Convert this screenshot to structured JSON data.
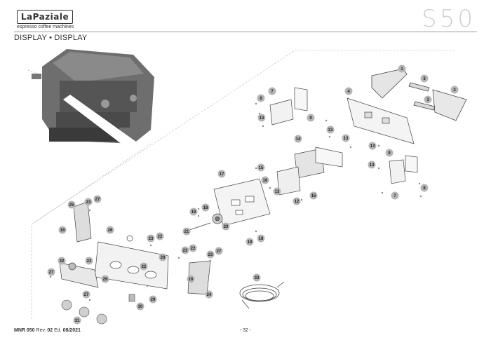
{
  "brand": {
    "logo_text": "LaPaziale",
    "tagline": "espresso coffee machines",
    "model": "S50"
  },
  "section": {
    "title": "DISPLAY • DISPLAY"
  },
  "callouts": [
    {
      "id": "c1",
      "n": "1"
    },
    {
      "id": "c2",
      "n": "2"
    },
    {
      "id": "c3a",
      "n": "3"
    },
    {
      "id": "c3b",
      "n": "3"
    },
    {
      "id": "c4",
      "n": "4"
    },
    {
      "id": "c7a",
      "n": "7"
    },
    {
      "id": "c8a",
      "n": "8"
    },
    {
      "id": "c13a",
      "n": "13"
    },
    {
      "id": "c9a",
      "n": "9"
    },
    {
      "id": "c13b",
      "n": "13"
    },
    {
      "id": "c13c",
      "n": "13"
    },
    {
      "id": "c14",
      "n": "14"
    },
    {
      "id": "c9b",
      "n": "9"
    },
    {
      "id": "c13d",
      "n": "13"
    },
    {
      "id": "c13e",
      "n": "13"
    },
    {
      "id": "c8b",
      "n": "8"
    },
    {
      "id": "c7b",
      "n": "7"
    },
    {
      "id": "c15a",
      "n": "15"
    },
    {
      "id": "c16a",
      "n": "16"
    },
    {
      "id": "c13f",
      "n": "13"
    },
    {
      "id": "c12",
      "n": "12"
    },
    {
      "id": "c15b",
      "n": "15"
    },
    {
      "id": "c17",
      "n": "17"
    },
    {
      "id": "c18a",
      "n": "18"
    },
    {
      "id": "c19a",
      "n": "19"
    },
    {
      "id": "c20",
      "n": "20"
    },
    {
      "id": "c21",
      "n": "21"
    },
    {
      "id": "c18b",
      "n": "18"
    },
    {
      "id": "c19b",
      "n": "19"
    },
    {
      "id": "c25",
      "n": "25"
    },
    {
      "id": "c23a",
      "n": "23"
    },
    {
      "id": "c27a",
      "n": "27"
    },
    {
      "id": "c16b",
      "n": "16"
    },
    {
      "id": "c26",
      "n": "26"
    },
    {
      "id": "c23b",
      "n": "23"
    },
    {
      "id": "c22a",
      "n": "22"
    },
    {
      "id": "c23c",
      "n": "23"
    },
    {
      "id": "c22b",
      "n": "22"
    },
    {
      "id": "c23d",
      "n": "23"
    },
    {
      "id": "c27b",
      "n": "27"
    },
    {
      "id": "c28",
      "n": "28"
    },
    {
      "id": "c32",
      "n": "32"
    },
    {
      "id": "c22c",
      "n": "22"
    },
    {
      "id": "c22d",
      "n": "22"
    },
    {
      "id": "c27c",
      "n": "27"
    },
    {
      "id": "c29a",
      "n": "29"
    },
    {
      "id": "c16c",
      "n": "16"
    },
    {
      "id": "c24",
      "n": "24"
    },
    {
      "id": "c27d",
      "n": "27"
    },
    {
      "id": "c29b",
      "n": "29"
    },
    {
      "id": "c30",
      "n": "30"
    },
    {
      "id": "c31",
      "n": "31"
    },
    {
      "id": "c33",
      "n": "33"
    }
  ],
  "footer": {
    "doc_code": "MNR 050",
    "rev_label": "Rev.",
    "rev": "02",
    "ed_label": "Ed.",
    "ed": "08/2021",
    "page": "- 32 -"
  }
}
